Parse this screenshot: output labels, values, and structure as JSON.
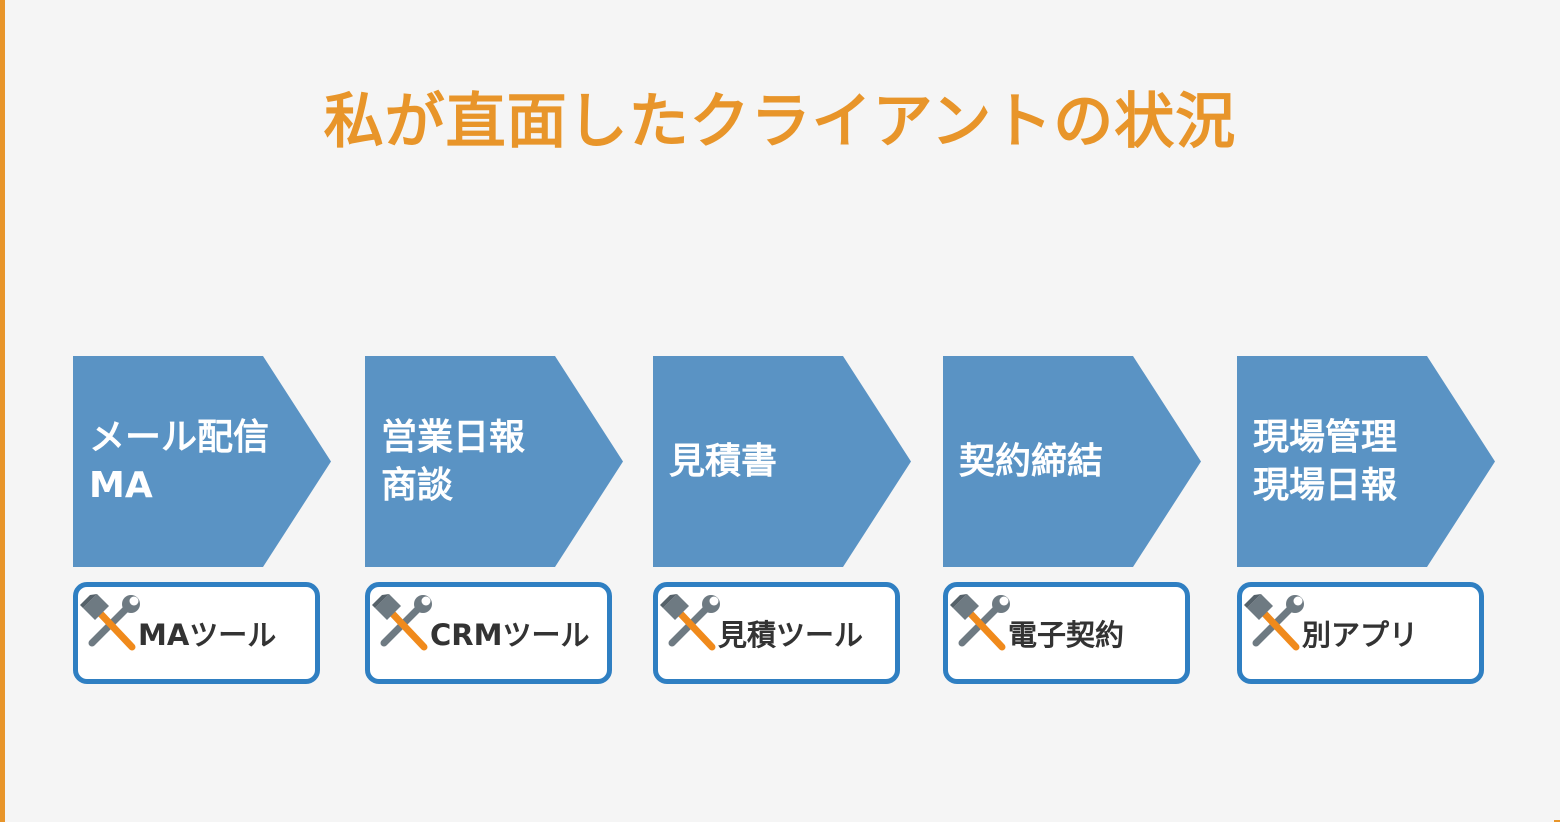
{
  "title": "私が直面したクライアントの状況",
  "colors": {
    "accent": "#e8952a",
    "arrow": "#5a93c4",
    "tool_border": "#2f7fc2",
    "background": "#f5f5f5"
  },
  "stages": [
    {
      "label_line1": "メール配信",
      "label_line2": "MA",
      "tool": "MAツール",
      "tool_icon": "hammer-wrench-icon"
    },
    {
      "label_line1": "営業日報",
      "label_line2": "商談",
      "tool": "CRMツール",
      "tool_icon": "hammer-wrench-icon"
    },
    {
      "label_line1": "見積書",
      "label_line2": "",
      "tool": "見積ツール",
      "tool_icon": "hammer-wrench-icon"
    },
    {
      "label_line1": "契約締結",
      "label_line2": "",
      "tool": "電子契約",
      "tool_icon": "hammer-wrench-icon"
    },
    {
      "label_line1": "現場管理",
      "label_line2": "現場日報",
      "tool": "別アプリ",
      "tool_icon": "hammer-wrench-icon"
    }
  ]
}
